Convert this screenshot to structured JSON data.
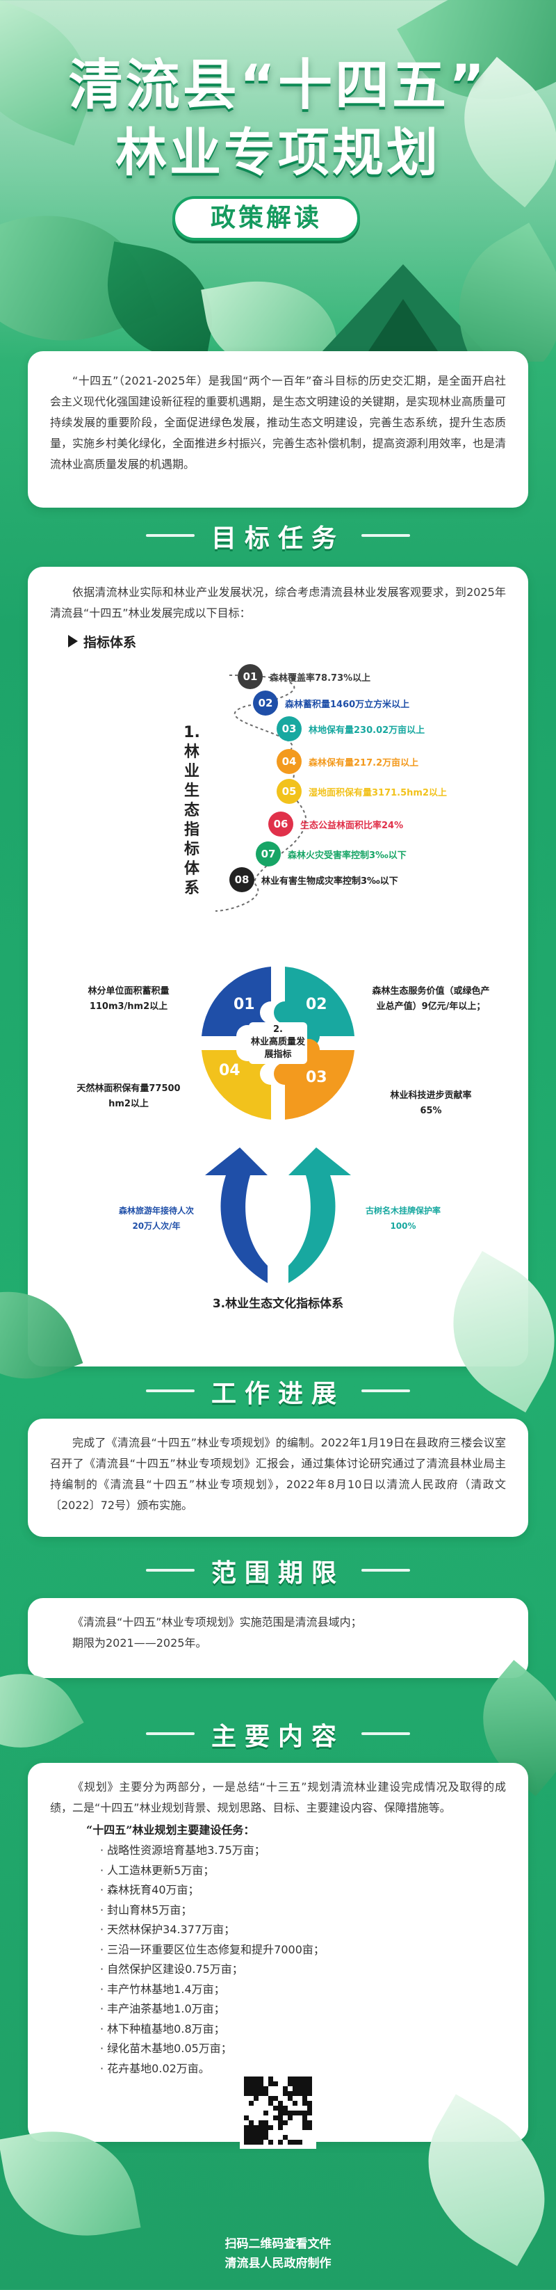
{
  "header": {
    "title_line1": "清流县“十四五”",
    "title_line2": "林业专项规划",
    "badge": "政策解读"
  },
  "intro": {
    "text": "“十四五”（2021-2025年）是我国“两个一百年”奋斗目标的历史交汇期，是全面开启社会主义现代化强国建设新征程的重要机遇期，是生态文明建设的关键期，是实现林业高质量可持续发展的重要阶段，全面促进绿色发展，推动生态文明建设，完善生态系统，提升生态质量，实施乡村美化绿化，全面推进乡村振兴，完善生态补偿机制，提高资源利用效率，也是清流林业高质量发展的机遇期。"
  },
  "goals": {
    "title": "目标任务",
    "text": "依据清流林业实际和林业产业发展状况，综合考虑清流县林业发展客观要求，到2025年清流县“十四五”林业发展完成以下目标：",
    "system_label": "指标体系",
    "eco_label": "1.林业生态指标体系",
    "indicators": [
      {
        "num": "01",
        "text": "森林覆盖率78.73%以上",
        "color": "#3c3c3c"
      },
      {
        "num": "02",
        "text": "森林蓄积量1460万立方米以上",
        "color": "#1f4fa8"
      },
      {
        "num": "03",
        "text": "林地保有量230.02万亩以上",
        "color": "#18a8a0"
      },
      {
        "num": "04",
        "text": "森林保有量217.2万亩以上",
        "color": "#f39a1e"
      },
      {
        "num": "05",
        "text": "湿地面积保有量3171.5hm2以上",
        "color": "#f2c21c"
      },
      {
        "num": "06",
        "text": "生态公益林面积比率24%",
        "color": "#e0314a"
      },
      {
        "num": "07",
        "text": "森林火灾受害率控制3‰以下",
        "color": "#17a566"
      },
      {
        "num": "08",
        "text": "林业有害生物成灾率控制3‰以下",
        "color": "#222222"
      }
    ],
    "quality": {
      "center_num": "2.",
      "center_label": "林业高质量发展指标",
      "pieces": [
        "01",
        "02",
        "03",
        "04"
      ],
      "left_top": "林分单位面积蓄积量110m3/hm2以上",
      "left_bottom": "天然林面积保有量77500 hm2以上",
      "right_top": "森林生态服务价值（或绿色产业总产值）9亿元/年以上；",
      "right_bottom": "林业科技进步贡献率65%"
    },
    "culture": {
      "left": "森林旅游年接待人次20万人次/年",
      "right": "古树名木挂牌保护率100%",
      "label": "3.林业生态文化指标体系"
    }
  },
  "progress": {
    "title": "工作进展",
    "text": "完成了《清流县“十四五”林业专项规划》的编制。2022年1月19日在县政府三楼会议室召开了《清流县“十四五”林业专项规划》汇报会，通过集体讨论研究通过了清流县林业局主持编制的《清流县“十四五”林业专项规划》，2022年8月10日以清流人民政府（清政文〔2022〕72号）颁布实施。"
  },
  "scope": {
    "title": "范围期限",
    "line1": "《清流县“十四五”林业专项规划》实施范围是清流县域内；",
    "line2": "期限为2021——2025年。"
  },
  "content": {
    "title": "主要内容",
    "text": "《规划》主要分为两部分，一是总结“十三五”规划清流林业建设完成情况及取得的成绩，二是“十四五”林业规划背景、规划思路、目标、主要建设内容、保障措施等。",
    "tasks_title": "“十四五”林业规划主要建设任务：",
    "tasks": [
      "· 战略性资源培育基地3.75万亩；",
      "· 人工造林更新5万亩；",
      "· 森林抚育40万亩；",
      "· 封山育林5万亩；",
      "· 天然林保护34.377万亩；",
      "· 三沿一环重要区位生态修复和提升7000亩；",
      "· 自然保护区建设0.75万亩；",
      "· 丰产竹林基地1.4万亩；",
      "· 丰产油茶基地1.0万亩；",
      "· 林下种植基地0.8万亩；",
      "· 绿化苗木基地0.05万亩；",
      "· 花卉基地0.02万亩。"
    ]
  },
  "footer": {
    "line1": "扫码二维码查看文件",
    "line2": "清流县人民政府制作"
  },
  "colors": {
    "primary_green": "#17a566",
    "blue": "#1f4fa8",
    "teal": "#18a8a0",
    "orange": "#f39a1e",
    "yellow": "#f2c21c"
  }
}
